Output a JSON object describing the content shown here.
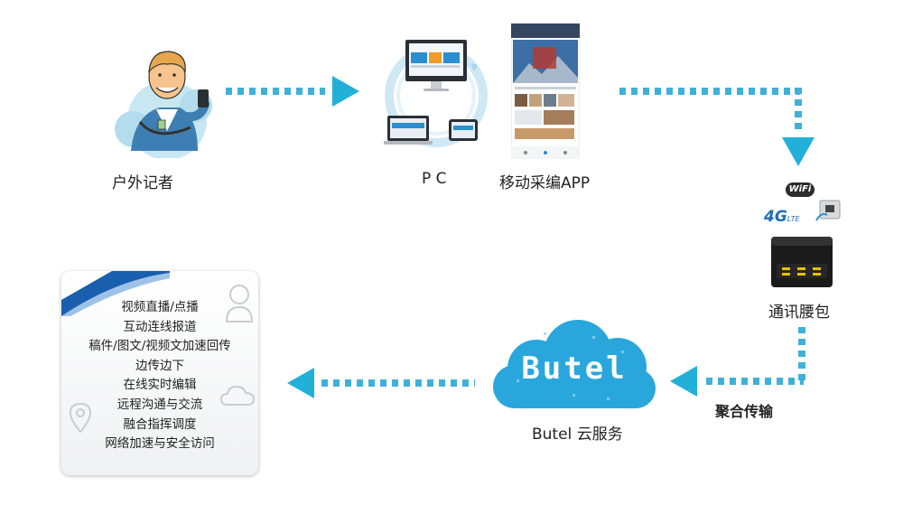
{
  "nodes": {
    "reporter": {
      "label": "户外记者"
    },
    "pc": {
      "label": "P C"
    },
    "mobile_app": {
      "label": "移动采编APP"
    },
    "comm_pack": {
      "label": "通讯腰包"
    },
    "cloud": {
      "label": "Butel 云服务",
      "logo_text": "Butel"
    }
  },
  "edge_labels": {
    "aggregate": "聚合传输"
  },
  "badges": {
    "wifi": "WiFi",
    "lte_4g": "4G",
    "lte_suffix": "LTE"
  },
  "services": {
    "items": [
      "视频直播/点播",
      "互动连线报道",
      "稿件/图文/视频文加速回传",
      "边传边下",
      "在线实时编辑",
      "远程沟通与交流",
      "融合指挥调度",
      "网络加速与安全访问"
    ]
  },
  "colors": {
    "arrow": "#22b0d8",
    "dots": "#3fb1d9",
    "cloud": "#29a7dd",
    "card_stripe": "#1a5fae"
  }
}
